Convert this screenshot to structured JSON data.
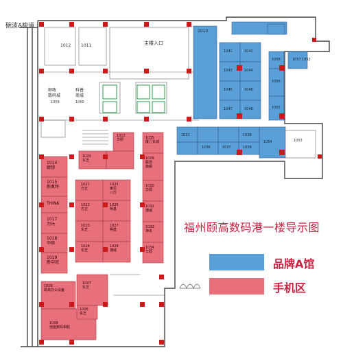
{
  "title": "福州颐高数码港一楼导示图",
  "street_label": "碗波A梭道",
  "entrance_label": "主楼入口",
  "legend": [
    {
      "label": "品牌A馆",
      "color": "#5b9fd8"
    },
    {
      "label": "手机区",
      "color": "#e8707c"
    }
  ],
  "colors": {
    "blue": "#5b9fd8",
    "pink": "#e8707c",
    "red": "#cc1a1a",
    "line": "#444444",
    "green": "#2a9d4a"
  },
  "shops": {
    "shop_1012": "1012",
    "shop_1011": "1011",
    "shop_1010": "1010",
    "tele_mall": "邮政\n数码城",
    "tele_mall_no": "1059",
    "tech_store": "科普\n商城",
    "tech_no": "1060",
    "b_1041": "1041",
    "b_1042": "1042",
    "b_1043": "1043",
    "b_1044": "1044",
    "b_1045": "1045",
    "b_1046": "1046",
    "b_1047": "1047",
    "b_1048": "1048",
    "b_1058": "1058",
    "b_1057": "1057",
    "b_1056": "1056",
    "b_1055": "1055",
    "b_1031": "1031",
    "b_1036": "1036",
    "b_1037": "1037",
    "b_1038": "1038",
    "b_1039": "1039",
    "b_1054": "1054",
    "b_1053": "1053",
    "b_1052": "1052",
    "p_1014": "1014\n联想",
    "p_1015": "1015\n新奥特",
    "p_1016": "THINK",
    "p_1017": "1017\n力元",
    "p_1018": "1018\n华硕",
    "p_1019": "1019\n新中冠",
    "p_1013": "1013\n华研",
    "p_1020": "1020\n东芝",
    "p_1021": "1021\n方正",
    "p_1022": "1022\n方正",
    "p_1023": "1023\n东芝",
    "p_1024": "1024\n东芝",
    "p_1025": "1025\n索尼\n八方",
    "p_1026": "1026\n明基",
    "p_1027": "1027\n明基",
    "p_1028": "1028\n捷威",
    "p_1029": "1029\n联想\n旗舰",
    "p_1030": "1030\n华硕",
    "p_1032": "1032\n捷威",
    "p_1033": "1033\n神舟",
    "p_1034": "1034\n华硕",
    "p_1035": "1035\n厦门长城",
    "p_1009": "1009\n颐高办公设备",
    "p_1008": "1008\n佳能数码相机",
    "p_1007": "1007\n东芝",
    "p_1006": "1006\n东芝"
  }
}
